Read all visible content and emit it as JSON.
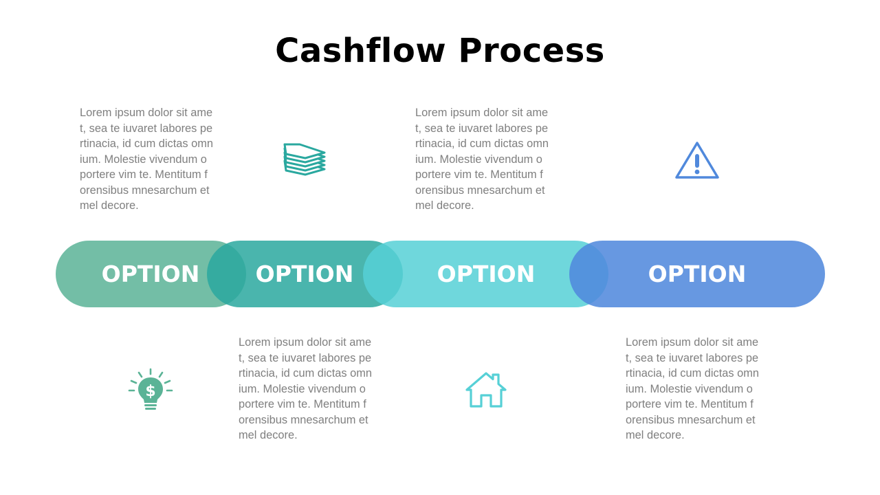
{
  "title": "Cashflow Process",
  "colors": {
    "green": "#5bb396",
    "teal": "#2aa89f",
    "cyan": "#56d0d6",
    "blue": "#5089dc",
    "text_gray": "#7f7f7f"
  },
  "steps": [
    {
      "label": "OPTION",
      "icon": "lightbulb-dollar-icon",
      "text": "Lorem ipsum dolor sit ame\nt, sea te iuvaret labores pe\nrtinacia, id cum dictas omn\nium. Molestie vivendum o\nportere vim te. Mentitum f\norensibus mnesarchum et\nmel decore."
    },
    {
      "label": "OPTION",
      "icon": "stacked-layers-icon",
      "text": "Lorem ipsum dolor sit ame\nt, sea te iuvaret labores pe\nrtinacia, id cum dictas omn\nium. Molestie vivendum o\nportere vim te. Mentitum f\norensibus mnesarchum et\nmel decore."
    },
    {
      "label": "OPTION",
      "icon": "house-icon",
      "text": "Lorem ipsum dolor sit ame\nt, sea te iuvaret labores pe\nrtinacia, id cum dictas omn\nium. Molestie vivendum o\nportere vim te. Mentitum f\norensibus mnesarchum et\nmel decore."
    },
    {
      "label": "OPTION",
      "icon": "warning-triangle-icon",
      "text": "Lorem ipsum dolor sit ame\nt, sea te iuvaret labores pe\nrtinacia, id cum dictas omn\nium. Molestie vivendum o\nportere vim te. Mentitum f\norensibus mnesarchum et\nmel decore."
    }
  ]
}
